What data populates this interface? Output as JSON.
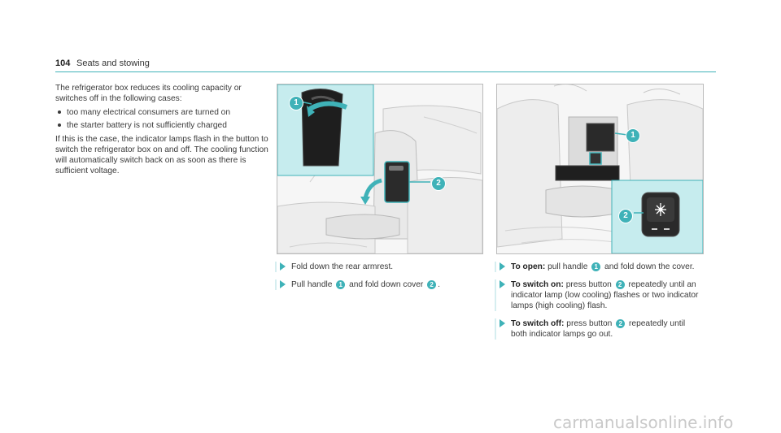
{
  "header": {
    "page_number": "104",
    "section": "Seats and stowing"
  },
  "intro": {
    "paragraph1": "The refrigerator box reduces its cooling capacity or switches off in the following cases:",
    "bullets": [
      "too many electrical consumers are turned on",
      "the starter battery is not sufficiently charged"
    ],
    "paragraph2": "If this is the case, the indicator lamps flash in the button to switch the refrigerator box on and off. The cooling function will automatically switch back on as soon as there is sufficient voltage."
  },
  "illustration1": {
    "callouts": [
      "1",
      "2"
    ]
  },
  "illustration2": {
    "callouts": [
      "1",
      "2"
    ]
  },
  "steps_mid": [
    {
      "text": "Fold down the rear armrest."
    },
    {
      "pre": "Pull handle ",
      "badge1": "1",
      "mid": " and fold down cover ",
      "badge2": "2",
      "post": "."
    }
  ],
  "steps_right": [
    {
      "label": "To open:",
      "pre": " pull handle ",
      "badge": "1",
      "post": " and fold down the cover."
    },
    {
      "label": "To switch on:",
      "pre": " press button ",
      "badge": "2",
      "post": " repeatedly until an indicator lamp (low cooling) flashes or two indicator lamps (high cooling) flash."
    },
    {
      "label": "To switch off:",
      "pre": " press button ",
      "badge": "2",
      "post": " repeatedly until both indicator lamps go out."
    }
  ],
  "footer": {
    "watermark": "carmanualsonline.info"
  },
  "colors": {
    "accent": "#3fb2b8",
    "accent_light": "#c6ecee"
  },
  "icons": [
    "snowflake-icon",
    "arrow-right-icon",
    "callout-badge"
  ]
}
